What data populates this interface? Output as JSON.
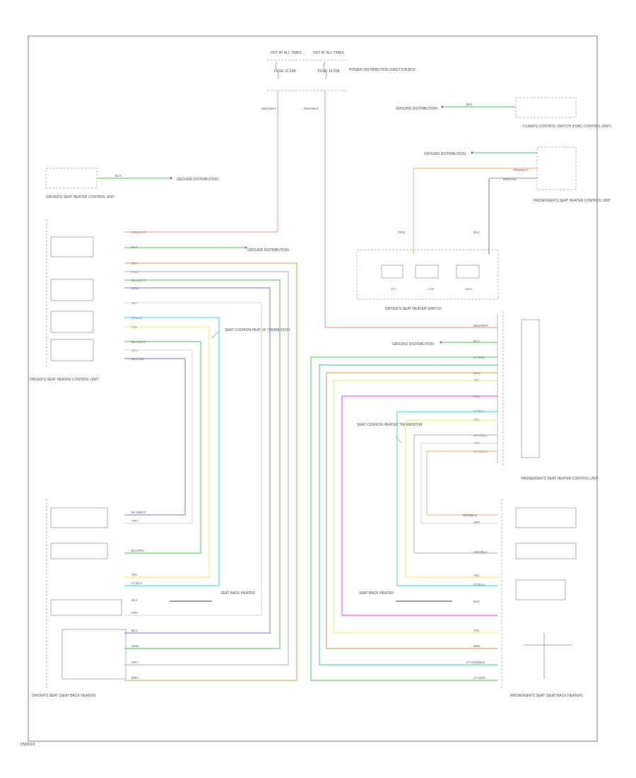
{
  "footer": {
    "code": "7/5/2010"
  },
  "top_power": {
    "fuse_left_title": "HOT AT ALL TIMES",
    "fuse_right_title": "HOT AT ALL TIMES",
    "fuse_left": "FUSE 12 20A",
    "fuse_right": "FUSE 14 20A",
    "fuse_box": "POWER DISTRIBUTION JUNCTION BOX",
    "wire_left": "RED/WHT",
    "wire_right": "RED/WHT"
  },
  "driver_heater_module": {
    "title": "DRIVER'S SEAT HEATER CONTROL UNIT",
    "ground_label": "GROUND DISTRIBUTION",
    "ground_wire": "BLK"
  },
  "hvac": {
    "label": "CLIMATE CONTROL SWITCH (HVAC CONTROL UNIT)",
    "ground_label": "GROUND DISTRIBUTION",
    "wire": "BLK"
  },
  "passenger_heater_module": {
    "title": "PASSENGER'S SEAT HEATER CONTROL UNIT",
    "ground_label": "GROUND DISTRIBUTION",
    "wire1": "ORN/WHT",
    "wire2": "BRN/YEL"
  },
  "driver_control_unit": {
    "title": "DRIVER'S SEAT HEATER CONTROL UNIT",
    "ground_label": "GROUND DISTRIBUTION",
    "wires": [
      "RED/WHT",
      "BLK",
      "GRY",
      "PNK",
      "BLU/WHT",
      "GRN",
      "GRY",
      "LT BLU",
      "YEL",
      "BLK/WHT",
      "GRY",
      "BLU/YEL"
    ]
  },
  "seat_switch": {
    "title": "DRIVER'S SEAT HEATER SWITCH",
    "left_wire": "ORN",
    "right_wire": "BLK",
    "positions": [
      "OFF",
      "LOW",
      "HIGH"
    ]
  },
  "passenger_control_unit": {
    "title": "PASSENGER'S SEAT HEATER CONTROL UNIT",
    "ground_label": "GROUND DISTRIBUTION",
    "wires": [
      "RED/WHT",
      "BLK",
      "LT GRN",
      "BRN",
      "YEL",
      "PNK",
      "LT BLU",
      "YEL",
      "GRY/BLU",
      "GRY",
      "ORN/BLU"
    ]
  },
  "thermistor": {
    "left": "SEAT CUSHION HEATER THERMISTOR",
    "right": "SEAT CUSHION HEATER THERMISTOR"
  },
  "driver_seat": {
    "title": "DRIVER'S SEAT (SEAT BACK HEATER)",
    "wires": [
      "BLU/WHT",
      "GRY",
      "BLU/YEL",
      "YEL",
      "LT BLU",
      "BLK",
      "GRY",
      "BLU",
      "GRN",
      "GRY",
      "BRN"
    ],
    "heater_label": "SEAT BACK HEATER"
  },
  "passenger_seat": {
    "title": "PASSENGER'S SEAT (SEAT BACK HEATER)",
    "wires": [
      "ORN/BLU",
      "GRY",
      "GRY/BLU",
      "YEL",
      "LT BLU",
      "BLK",
      "YEL",
      "BRN",
      "LT GRN/BLK",
      "LT GRN"
    ],
    "heater_label": "SEAT BACK HEATER"
  },
  "colors": {
    "red": "#f4a0a0",
    "green": "#66cc66",
    "blue": "#8888dd",
    "yellow": "#eeee77",
    "cyan": "#55ddee",
    "orange": "#eebb88",
    "magenta": "#ee55ee",
    "tan": "#ddaa66",
    "gray": "#bbbbbb"
  }
}
